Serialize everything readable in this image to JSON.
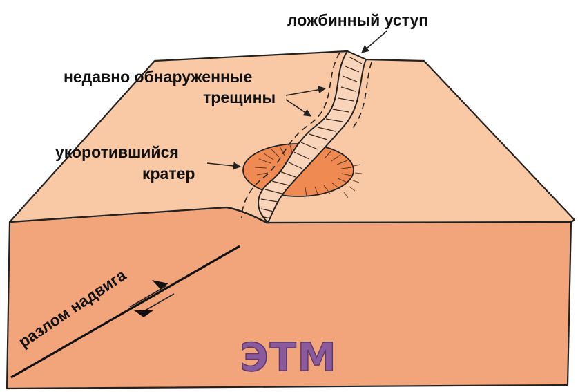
{
  "labels": {
    "lobate_scarp": "ложбинный уступ",
    "recent_fractures_line1": "недавно обнаруженные",
    "recent_fractures_line2": "трещины",
    "shortened_crater_line1": "укоротившийся",
    "shortened_crater_line2": "кратер",
    "thrust_fault": "разлом надвига"
  },
  "logo": {
    "text": "ЭТМ",
    "color": "#8a5a9c"
  },
  "colors": {
    "top_surface": "#f9c9a6",
    "front_face": "#f2a57a",
    "side_face": "#f6b894",
    "crater": "#ee8a52",
    "outline": "#222222"
  }
}
